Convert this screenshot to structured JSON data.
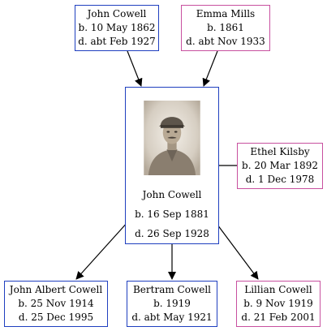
{
  "parents": {
    "father": {
      "name": "John Cowell",
      "birth": "b. 10 May 1862",
      "death": "d. abt Feb 1927"
    },
    "mother": {
      "name": "Emma Mills",
      "birth": "b. 1861",
      "death": "d. abt Nov 1933"
    }
  },
  "focus": {
    "name": "John Cowell",
    "birth": "b. 16 Sep 1881",
    "death": "d. 26 Sep 1928"
  },
  "spouse": {
    "name": "Ethel Kilsby",
    "birth": "b. 20 Mar 1892",
    "death": "d. 1 Dec 1978"
  },
  "children": [
    {
      "name": "John Albert Cowell",
      "birth": "b. 25 Nov 1914",
      "death": "d. 25 Dec 1995"
    },
    {
      "name": "Bertram Cowell",
      "birth": "b. 1919",
      "death": "d. abt May 1921"
    },
    {
      "name": "Lillian Cowell",
      "birth": "b. 9 Nov 1919",
      "death": "d. 21 Feb 2001"
    }
  ],
  "colors": {
    "male_border": "#1f3fbf",
    "female_border": "#c8509f"
  }
}
